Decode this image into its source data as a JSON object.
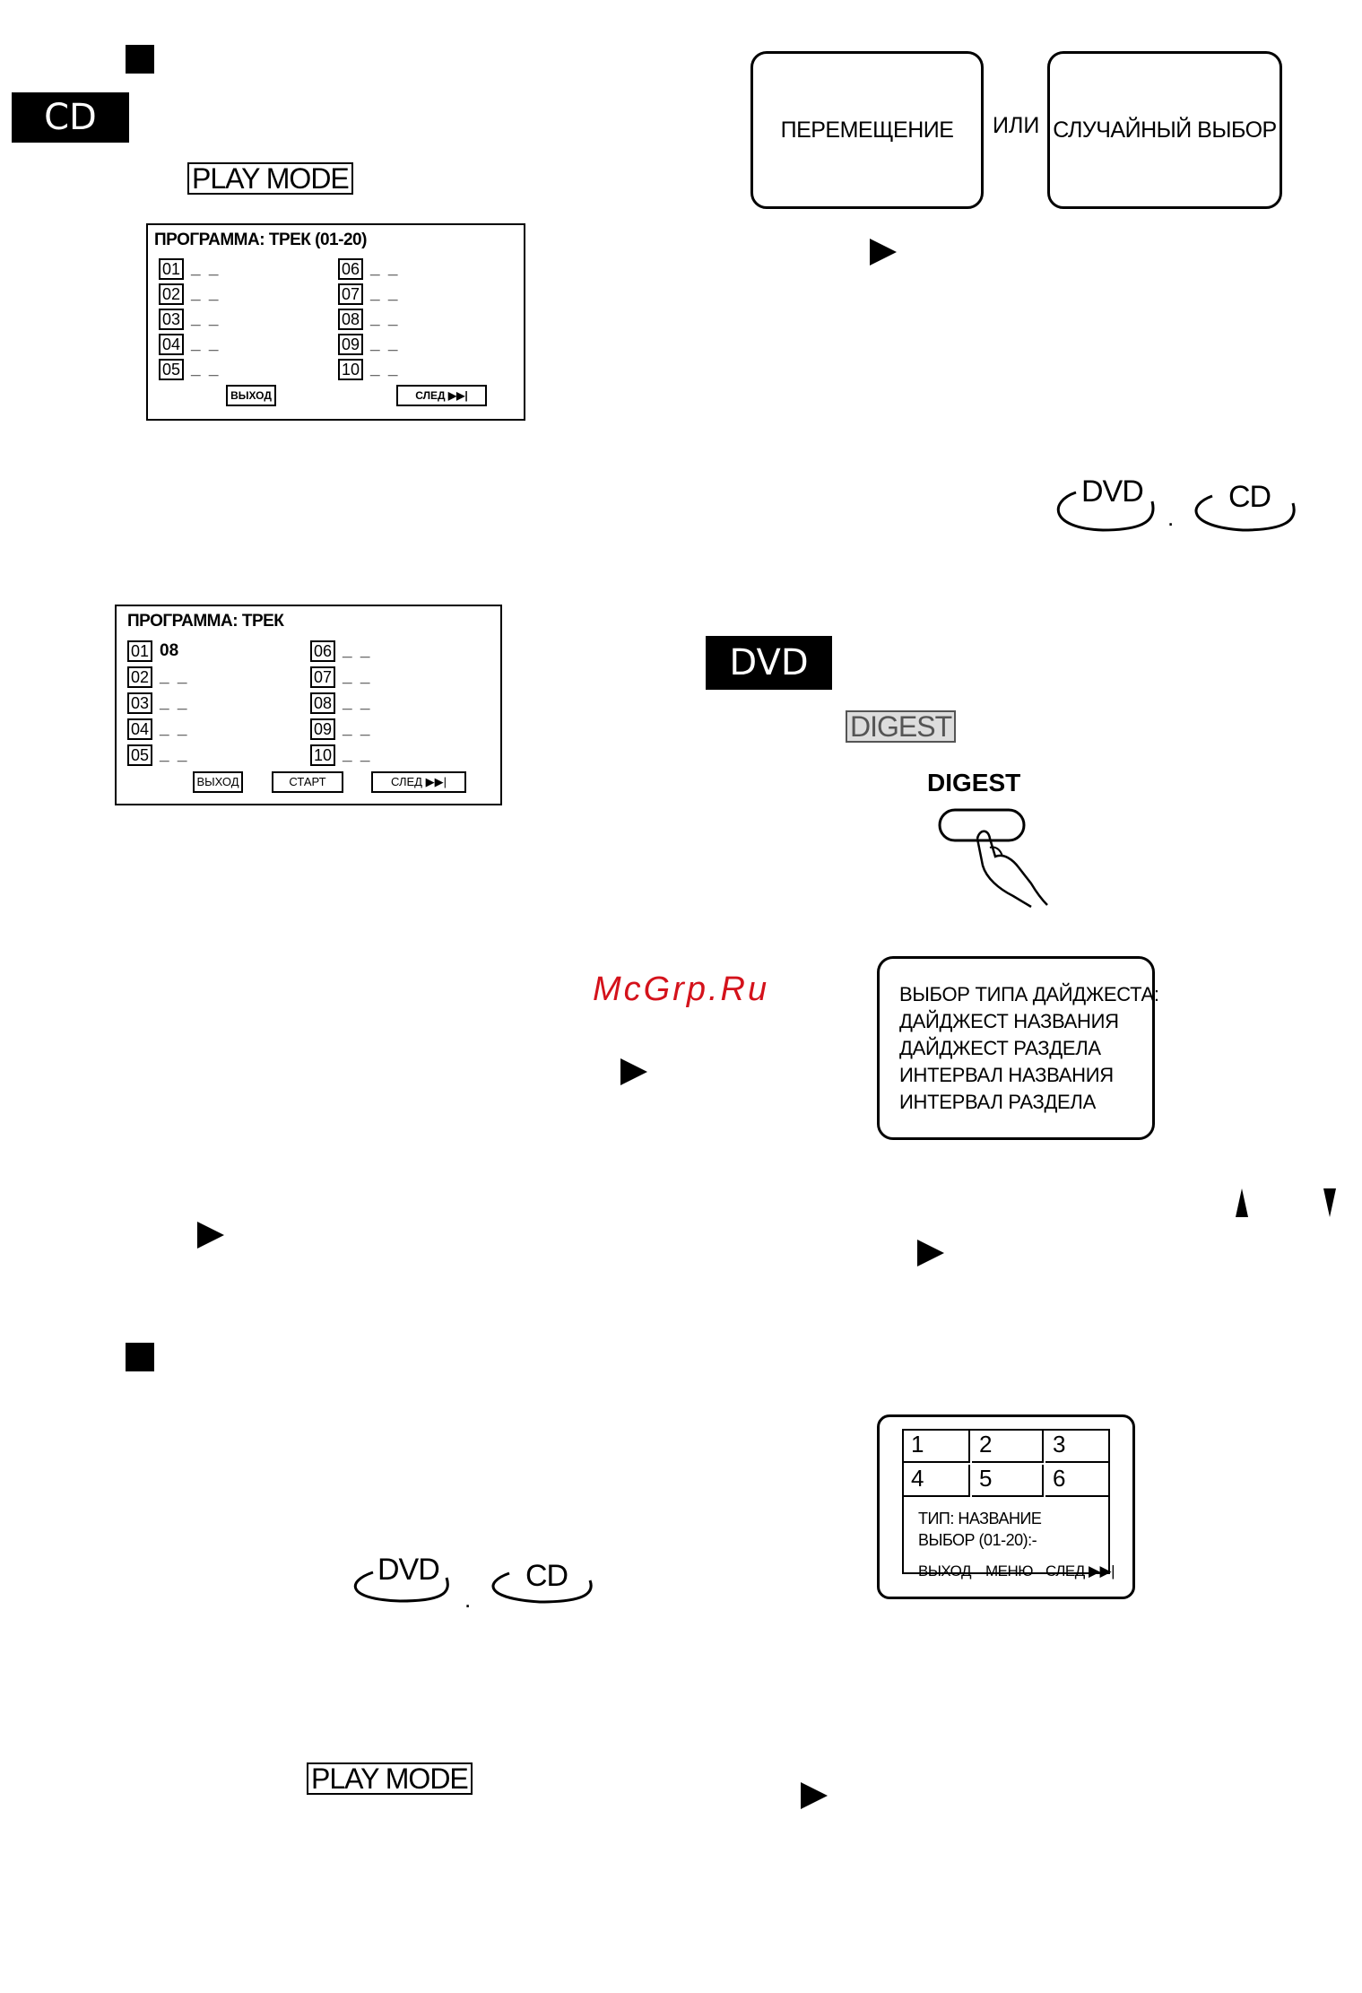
{
  "left": {
    "cd_tag": "CD",
    "play_mode_label_1": "PLAY MODE",
    "screen1": {
      "title": "ПРОГРАММА: ТРЕК (01-20)",
      "left_nums": [
        "01",
        "02",
        "03",
        "04",
        "05"
      ],
      "right_nums": [
        "06",
        "07",
        "08",
        "09",
        "10"
      ],
      "dash": "_ _",
      "exit": "ВЫХОД",
      "next": "СЛЕД ▶▶|"
    },
    "screen2": {
      "title": "ПРОГРАММА: ТРЕК",
      "left_nums": [
        "01",
        "02",
        "03",
        "04",
        "05"
      ],
      "right_nums": [
        "06",
        "07",
        "08",
        "09",
        "10"
      ],
      "first_value": "08",
      "dash": "_ _",
      "exit": "ВЫХОД",
      "start": "СТАРТ",
      "next": "СЛЕД ▶▶|"
    },
    "dvd_disc": "DVD",
    "cd_disc": "CD",
    "sep": ".",
    "play_mode_label_2": "PLAY MODE"
  },
  "right": {
    "shuffle_box": "ПЕРЕМЕЩЕНИЕ",
    "or": "ИЛИ",
    "random_box": "СЛУЧАЙНЫЙ ВЫБОР",
    "dvd_disc": "DVD",
    "cd_disc": "CD",
    "sep": ".",
    "dvd_tag": "DVD",
    "digest_label": "DIGEST",
    "digest_button_caption": "DIGEST",
    "digest_menu": [
      "ВЫБОР ТИПА ДАЙДЖЕСТА:",
      "ДАЙДЖЕСТ НАЗВАНИЯ",
      "ДАЙДЖЕСТ РАЗДЕЛА",
      "ИНТЕРВАЛ НАЗВАНИЯ",
      "ИНТЕРВАЛ РАЗДЕЛА"
    ],
    "grid_screen": {
      "cells": [
        "1",
        "2",
        "3",
        "4",
        "5",
        "6"
      ],
      "type_line": "ТИП: НАЗВАНИЕ",
      "select_line": "ВЫБОР (01-20):-",
      "exit": "ВЫХОД",
      "menu": "МЕНЮ",
      "next": "СЛЕД ▶▶|"
    }
  },
  "watermark": "McGrp.Ru"
}
